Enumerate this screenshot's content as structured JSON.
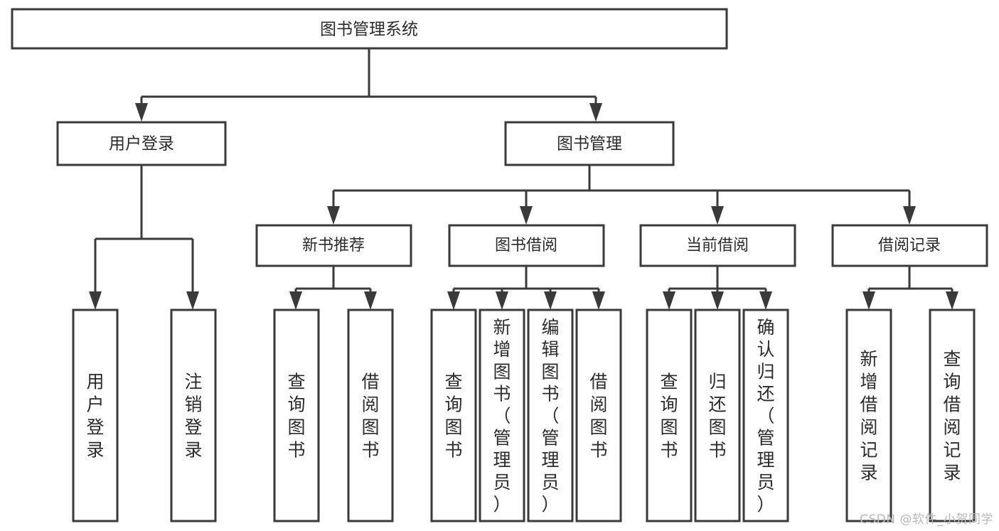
{
  "diagram": {
    "type": "tree-hierarchy-chart",
    "title": "图书管理系统",
    "watermark": "CSDN @软件_小贺同学",
    "colors": {
      "stroke": "#3a3a3a",
      "fill": "#ffffff",
      "text": "#2b2b2b",
      "watermark": "#b9b9b9"
    },
    "root": {
      "label": "图书管理系统"
    },
    "level2": [
      {
        "label": "用户登录"
      },
      {
        "label": "图书管理"
      }
    ],
    "level3": [
      {
        "label": "新书推荐"
      },
      {
        "label": "图书借阅"
      },
      {
        "label": "当前借阅"
      },
      {
        "label": "借阅记录"
      }
    ],
    "leaves": {
      "user_login": [
        {
          "label": "用户登录"
        },
        {
          "label": "注销登录"
        }
      ],
      "new_book_recommend": [
        {
          "label": "查询图书"
        },
        {
          "label": "借阅图书"
        }
      ],
      "book_borrow": [
        {
          "label": "查询图书"
        },
        {
          "label": "新增图书（管理员）"
        },
        {
          "label": "编辑图书（管理员）"
        },
        {
          "label": "借阅图书"
        }
      ],
      "current_borrow": [
        {
          "label": "查询图书"
        },
        {
          "label": "归还图书"
        },
        {
          "label": "确认归还（管理员）"
        }
      ],
      "borrow_record": [
        {
          "label": "新增借阅记录"
        },
        {
          "label": "查询借阅记录"
        }
      ]
    }
  }
}
